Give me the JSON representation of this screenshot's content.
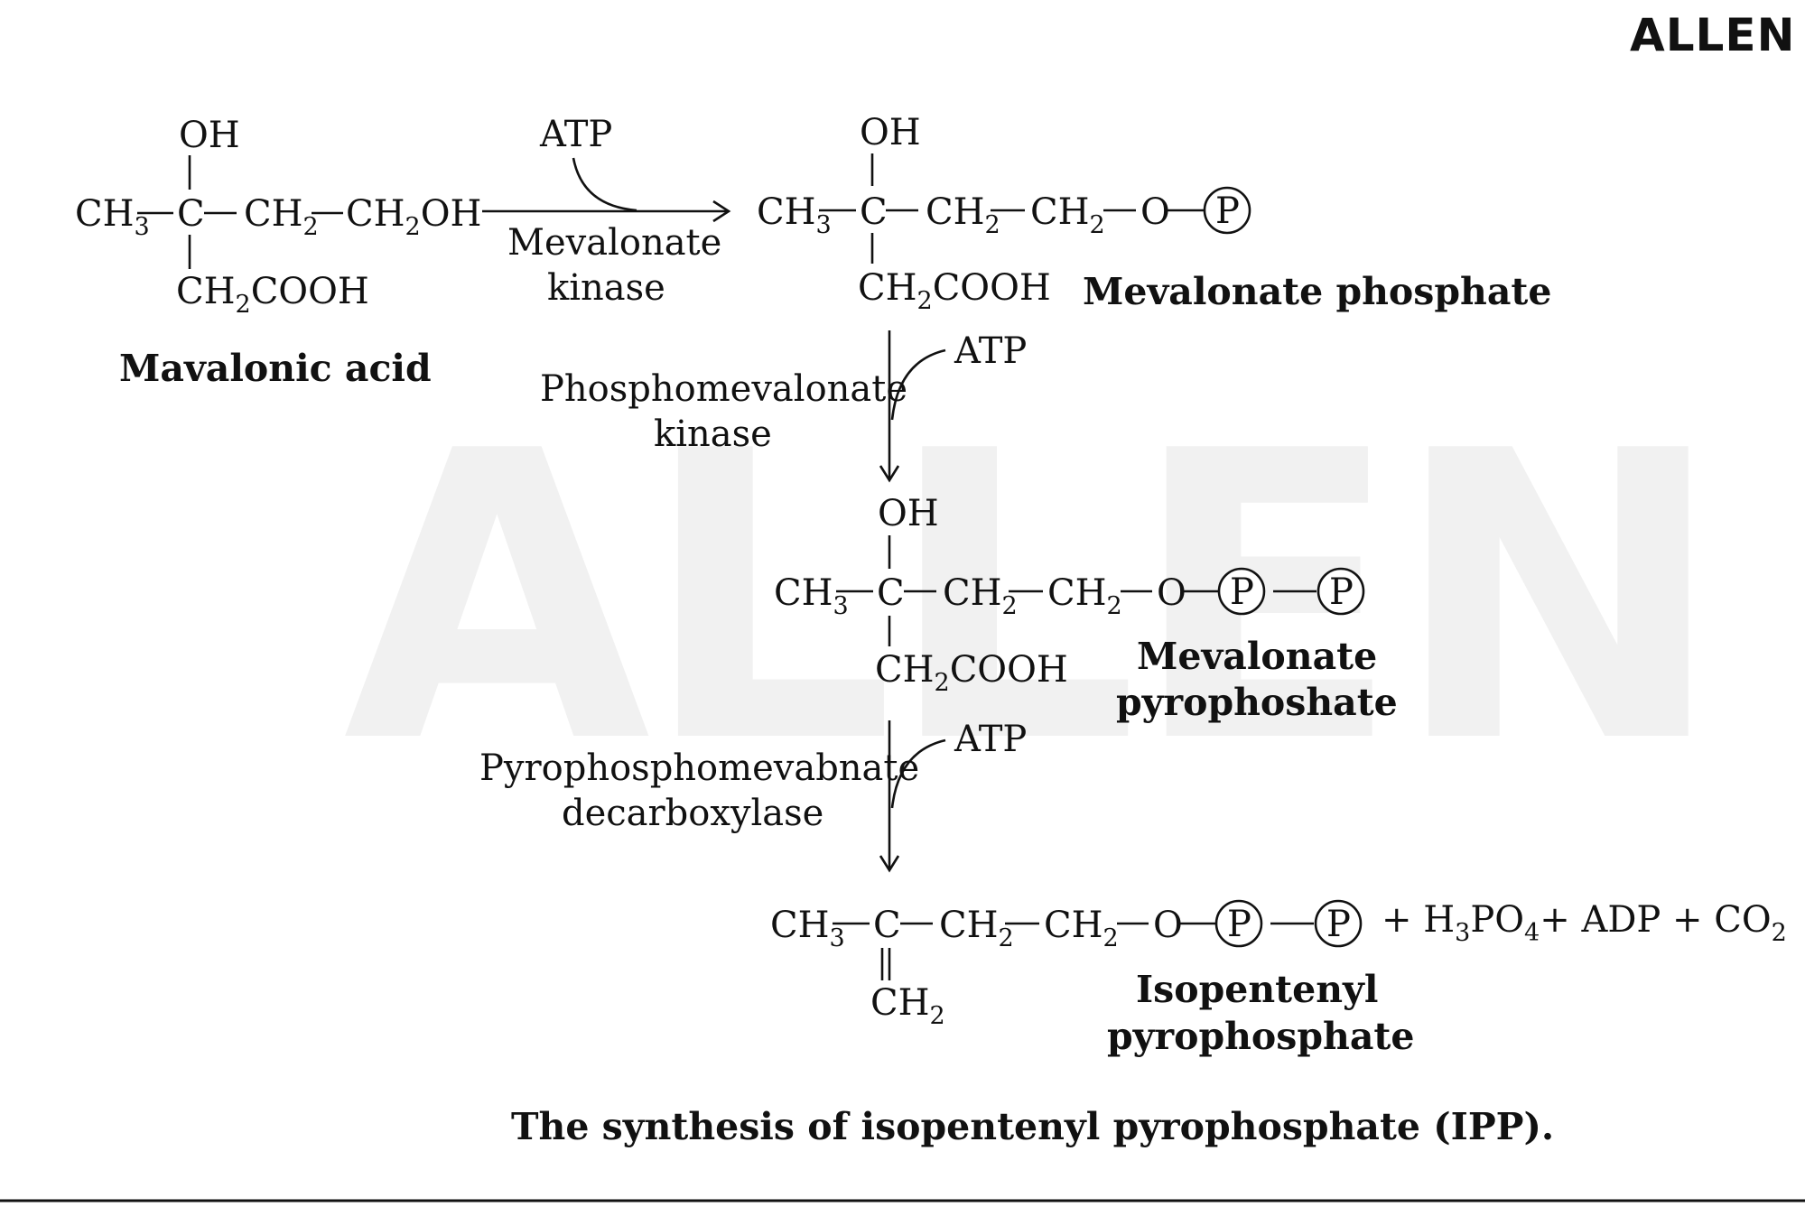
{
  "brand": {
    "logo": "ALLEN",
    "watermark": "ALLEN"
  },
  "step1": {
    "substrate": {
      "oh": "OH",
      "ch3": "CH",
      "ch3_sub": "3",
      "c": "C",
      "ch2a": "CH",
      "ch2a_sub": "2",
      "ch2oh_pre": "CH",
      "ch2oh_sub": "2",
      "ch2oh_post": "OH",
      "ch2cooh_pre": "CH",
      "ch2cooh_sub": "2",
      "ch2cooh_post": "COOH",
      "name": "Mavalonic acid"
    },
    "cofactor": "ATP",
    "enzyme_line1": "Mevalonate",
    "enzyme_line2": "kinase",
    "product": {
      "oh": "OH",
      "ch3": "CH",
      "ch3_sub": "3",
      "c": "C",
      "ch2a": "CH",
      "ch2a_sub": "2",
      "ch2b": "CH",
      "ch2b_sub": "2",
      "o": "O",
      "p": "P",
      "ch2cooh_pre": "CH",
      "ch2cooh_sub": "2",
      "ch2cooh_post": "COOH",
      "name": "Mevalonate phosphate"
    }
  },
  "step2": {
    "cofactor": "ATP",
    "enzyme_line1": "Phosphomevalonate",
    "enzyme_line2": "kinase",
    "product": {
      "oh": "OH",
      "ch3": "CH",
      "ch3_sub": "3",
      "c": "C",
      "ch2a": "CH",
      "ch2a_sub": "2",
      "ch2b": "CH",
      "ch2b_sub": "2",
      "o": "O",
      "p1": "P",
      "p2": "P",
      "ch2cooh_pre": "CH",
      "ch2cooh_sub": "2",
      "ch2cooh_post": "COOH",
      "name_line1": "Mevalonate",
      "name_line2": "pyrophoshate"
    }
  },
  "step3": {
    "cofactor": "ATP",
    "enzyme_line1": "Pyrophosphomevabnate",
    "enzyme_line2": "decarboxylase",
    "product": {
      "ch3": "CH",
      "ch3_sub": "3",
      "c": "C",
      "ch2a": "CH",
      "ch2a_sub": "2",
      "ch2b": "CH",
      "ch2b_sub": "2",
      "o": "O",
      "p1": "P",
      "p2": "P",
      "ch2_bottom": "CH",
      "ch2_bottom_sub": "2",
      "byproducts": {
        "plus1": "+ H",
        "h3_sub": "3",
        "po": "PO",
        "po4_sub": "4",
        "plus_adp": "+ ADP + CO",
        "co2_sub": "2"
      },
      "name_line1": "Isopentenyl",
      "name_line2": "pyrophosphate"
    }
  },
  "caption": "The synthesis of isopentenyl pyrophosphate (IPP)."
}
